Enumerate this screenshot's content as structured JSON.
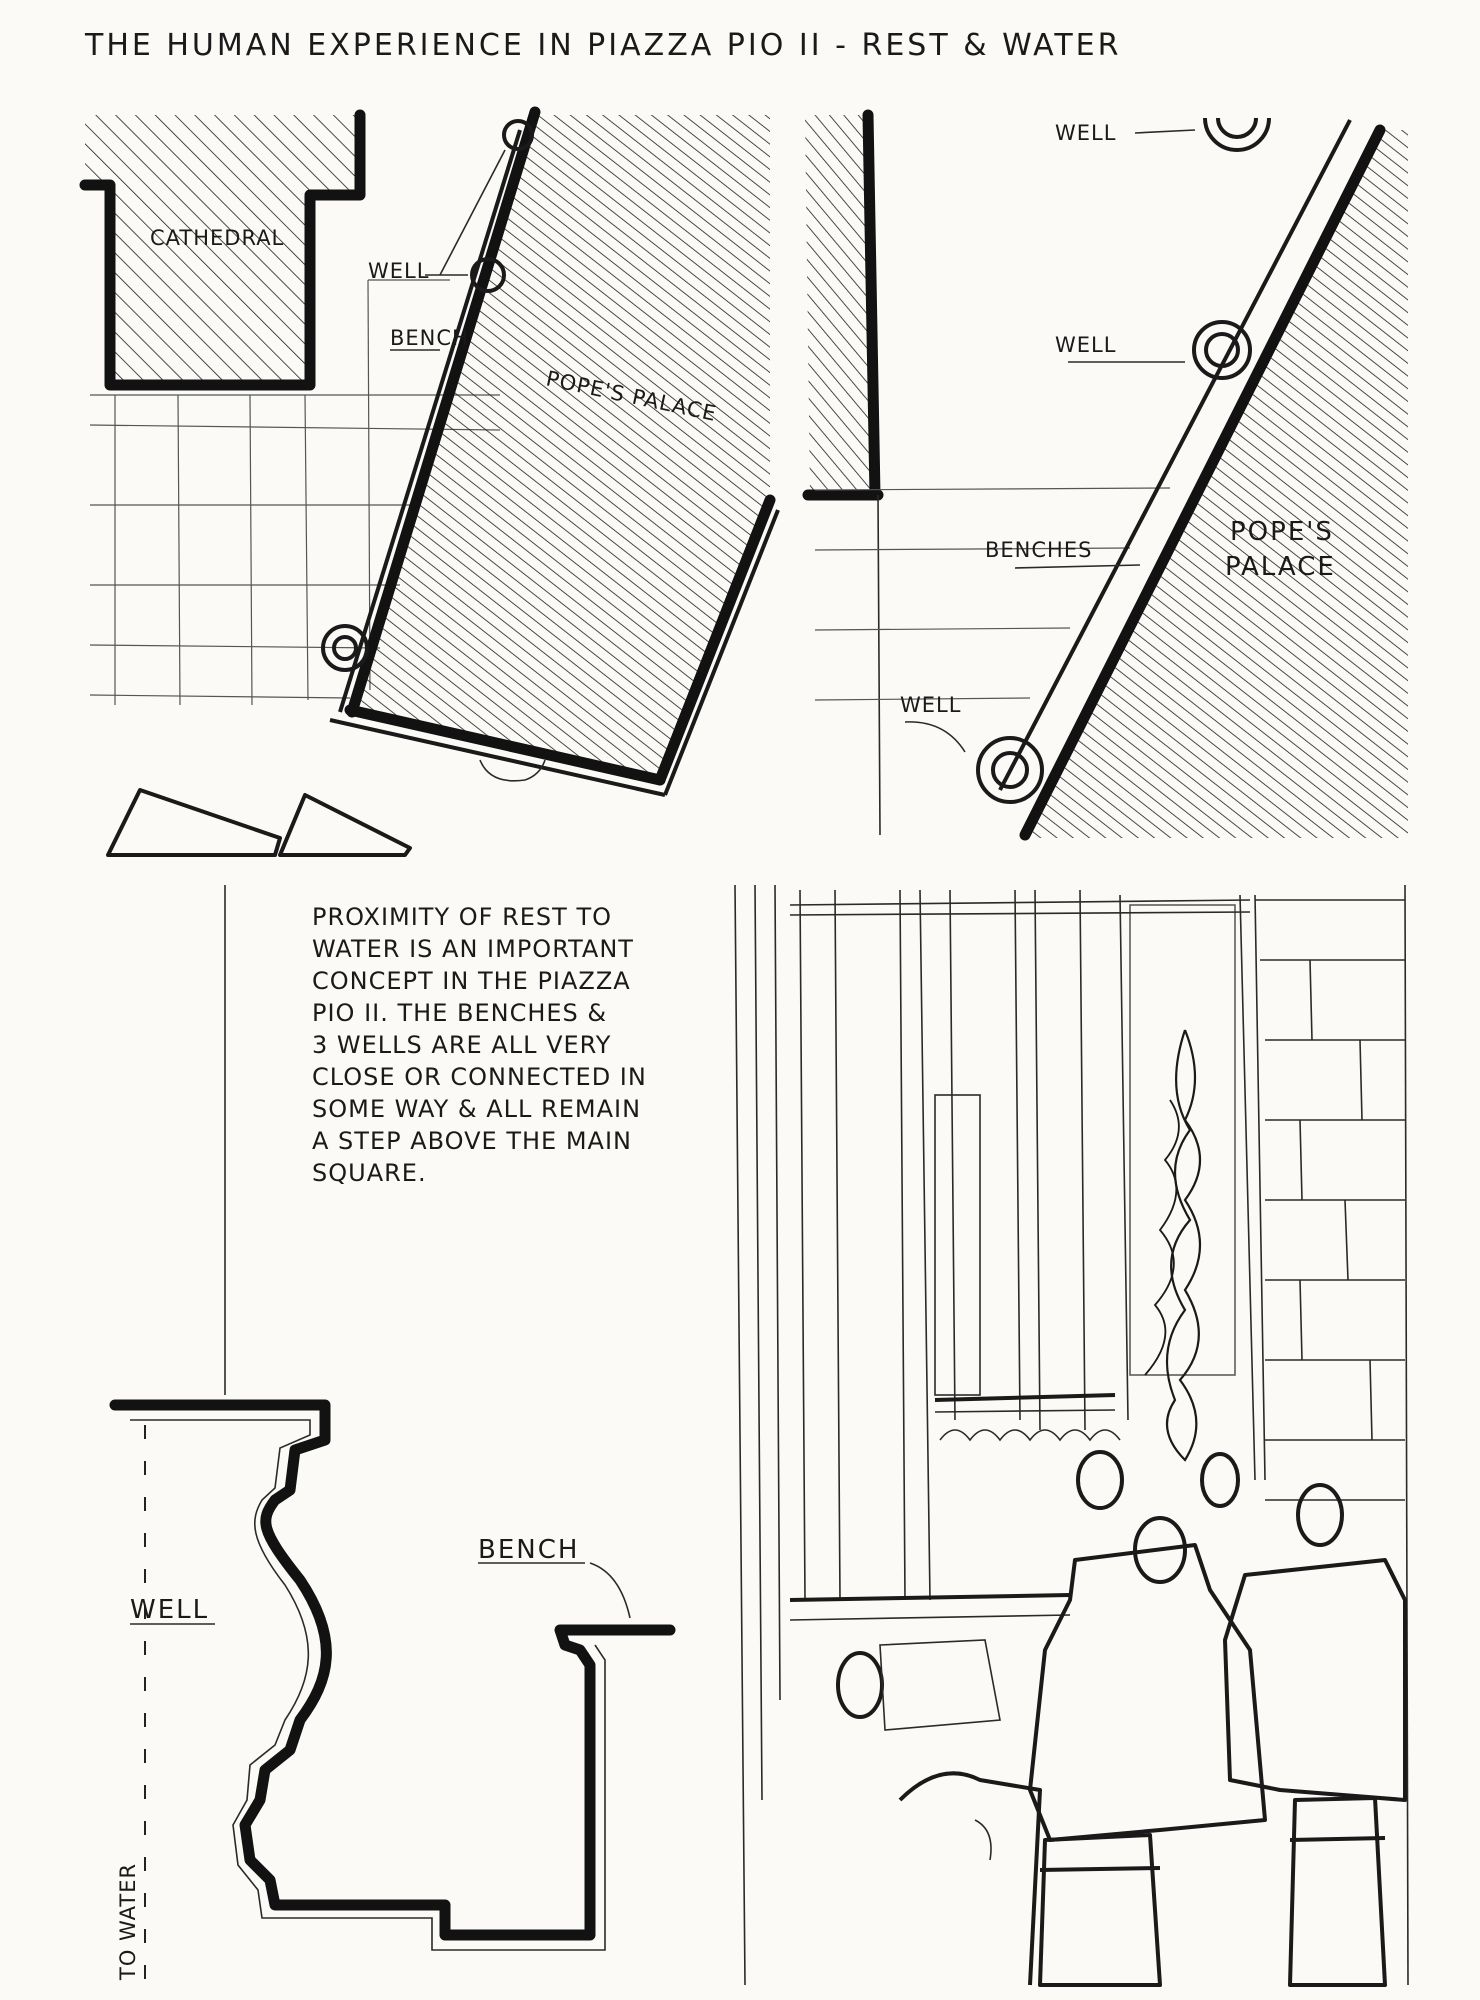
{
  "title": "THE HUMAN EXPERIENCE IN PIAZZA PIO II - REST & WATER",
  "panel_plan_left": {
    "cathedral_label": "CATHEDRAL",
    "well_label": "WELL",
    "bench_label": "BENCH",
    "palace_label": "POPE'S PALACE"
  },
  "panel_plan_right": {
    "well_top_label": "WELL",
    "well_mid_label": "WELL",
    "benches_label": "BENCHES",
    "palace_label_1": "POPE'S",
    "palace_label_2": "PALACE",
    "well_bottom_label": "WELL"
  },
  "note": {
    "lines": [
      "PROXIMITY OF REST TO",
      "WATER IS AN IMPORTANT",
      "CONCEPT IN THE PIAZZA",
      "PIO II. THE BENCHES &",
      "3 WELLS ARE ALL VERY",
      "CLOSE OR CONNECTED IN",
      "SOME WAY & ALL REMAIN",
      "A STEP ABOVE THE MAIN",
      "SQUARE."
    ]
  },
  "section": {
    "bench_label": "BENCH",
    "well_label": "WELL",
    "to_water_label": "TO WATER"
  }
}
